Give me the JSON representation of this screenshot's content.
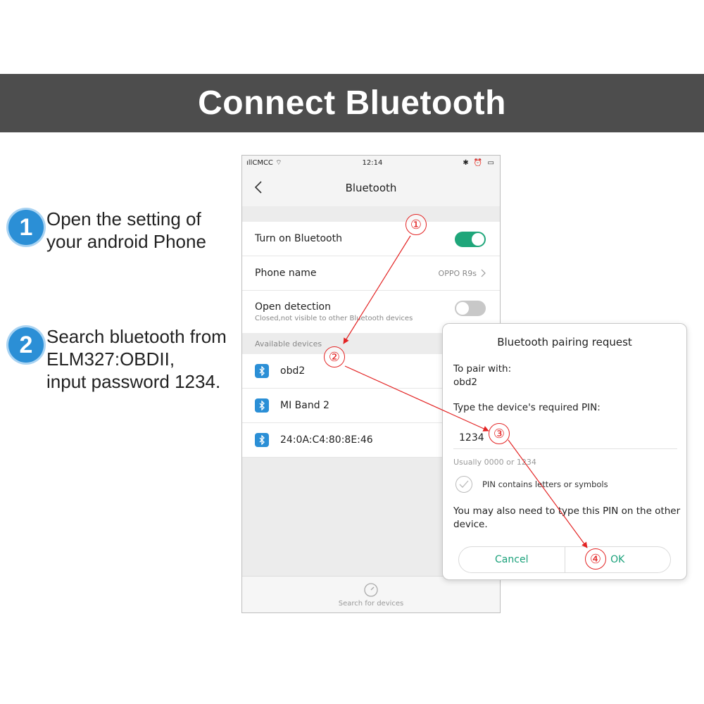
{
  "banner": {
    "title": "Connect Bluetooth"
  },
  "steps": [
    {
      "number": "1",
      "text": "Open the setting of\nyour android Phone"
    },
    {
      "number": "2",
      "text": "Search bluetooth from\nELM327:OBDII,\ninput password 1234."
    }
  ],
  "phone": {
    "statusbar": {
      "carrier": "CMCC",
      "time": "12:14",
      "right_icons": "✱ ⏰ ▭"
    },
    "nav": {
      "title": "Bluetooth"
    },
    "settings": {
      "turn_on_label": "Turn on Bluetooth",
      "turn_on_state": "on",
      "phone_name_label": "Phone name",
      "phone_name_value": "OPPO R9s",
      "open_detection_label": "Open detection",
      "open_detection_sub": "Closed,not visible to other Bluetooth devices",
      "open_detection_state": "off"
    },
    "available_header": "Available devices",
    "devices": [
      {
        "name": "obd2",
        "icon": "bluetooth-icon"
      },
      {
        "name": "MI Band 2",
        "icon": "bluetooth-icon"
      },
      {
        "name": "24:0A:C4:80:8E:46",
        "icon": "bluetooth-icon"
      }
    ],
    "footer": {
      "label": "Search for devices",
      "icon": "search-devices-icon"
    }
  },
  "dialog": {
    "title": "Bluetooth pairing request",
    "to_pair_label": "To pair with:",
    "to_pair_value": "obd2",
    "pin_label": "Type the device's required PIN:",
    "pin_value": "1234",
    "hint": "Usually 0000 or 1234",
    "checkbox_label": "PIN contains letters or symbols",
    "note": "You may also need to type this PIN on the other device.",
    "cancel_label": "Cancel",
    "ok_label": "OK"
  },
  "annotations": {
    "markers": [
      "①",
      "②",
      "③",
      "④"
    ],
    "color": "#e32424"
  },
  "colors": {
    "banner": "#4d4d4d",
    "accent": "#1fa67a",
    "badge": "#2b8fd6"
  }
}
